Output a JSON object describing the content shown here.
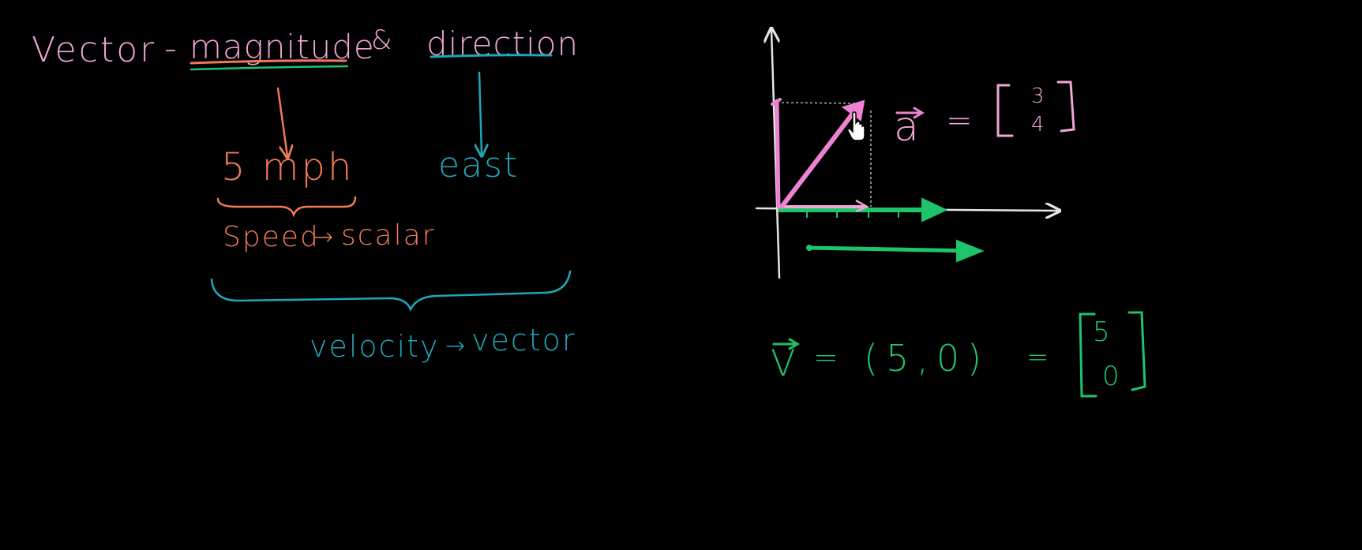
{
  "colors": {
    "background": "#000000",
    "pink": "#f0a6d6",
    "pink_bright": "#ee82d2",
    "orange": "#f07a57",
    "teal": "#1fa6b8",
    "green": "#1ec46a",
    "axis": "#e6e6e6"
  },
  "left_notes": {
    "word_vector": "Vector",
    "dash": "-",
    "word_magnitude": "magnitude",
    "ampersand": "&",
    "word_direction": "direction",
    "speed_value": "5 mph",
    "direction_value": "east",
    "speed_label": "Speed",
    "scalar_label": "scalar",
    "velocity_label": "velocity",
    "vector_label": "vector",
    "implies_arrow": "→"
  },
  "right_notes": {
    "vector_a_symbol": "a",
    "equals": "=",
    "a_top": "3",
    "a_bottom": "4",
    "vector_v_symbol": "V",
    "v_tuple": "(5,0)",
    "v_top": "5",
    "v_bottom": "0"
  },
  "cursor_icon": "hand-pointer-icon"
}
